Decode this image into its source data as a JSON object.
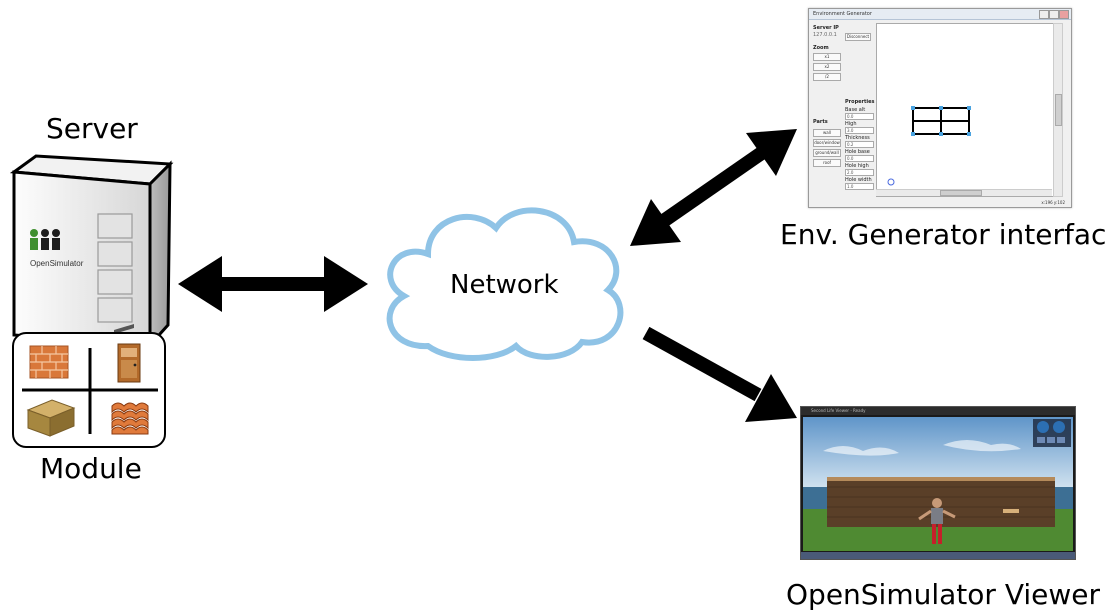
{
  "labels": {
    "server": "Server",
    "module": "Module",
    "network": "Network",
    "env_generator": "Env. Generator interface",
    "viewer": "OpenSimulator Viewer"
  },
  "server_logo_text": "OpenSimulator",
  "env_generator_window": {
    "title": "Environment Generator",
    "server_ip_label": "Server IP",
    "server_ip_value": "127.0.0.1",
    "disconnect_button": "Disconnect",
    "zoom_label": "Zoom",
    "zoom_buttons": [
      "x1",
      "x2",
      "/2"
    ],
    "parts_label": "Parts",
    "part_buttons": [
      "wall",
      "door/window",
      "ground/wall",
      "roof"
    ],
    "properties_label": "Properties",
    "property_fields": [
      {
        "label": "Base alt",
        "value": "0.0"
      },
      {
        "label": "High",
        "value": "3.0"
      },
      {
        "label": "Thickness",
        "value": "0.2"
      },
      {
        "label": "Hole base",
        "value": "0.0"
      },
      {
        "label": "Hole high",
        "value": "2.0"
      },
      {
        "label": "Hole width",
        "value": "1.0"
      }
    ],
    "status_text": "x:196 y:102"
  },
  "viewer_window": {
    "title": "Second Life Viewer - Ready"
  },
  "colors": {
    "arrow": "#000000",
    "cloud_fill": "#ffffff",
    "cloud_stroke": "#8fc3e6",
    "brick": "#d9783a",
    "door": "#b36a2a",
    "crate": "#b29251",
    "roof_tile": "#e07a3b",
    "server_body": "#e8e8e8",
    "logo_green": "#3f8f2f"
  }
}
